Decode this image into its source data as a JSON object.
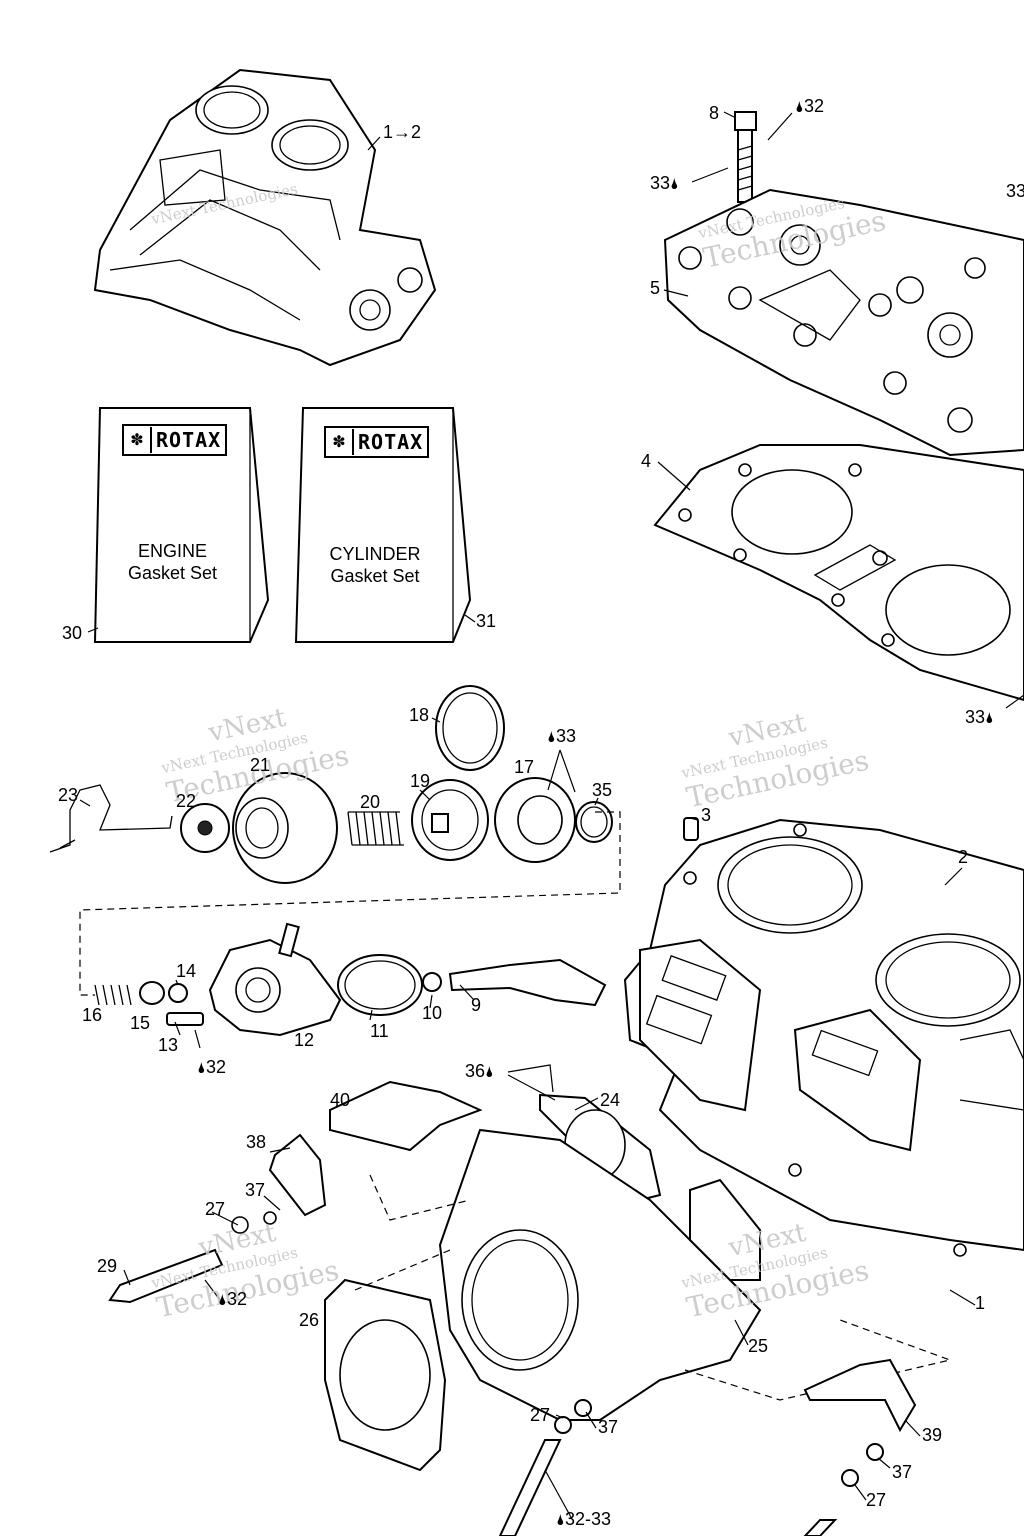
{
  "callouts": {
    "c1to2": "1→2",
    "c8": "8",
    "c32a": "32",
    "c33a": "33",
    "c33b": "33",
    "c5": "5",
    "c4": "4",
    "c30": "30",
    "c31": "31",
    "c33c": "33",
    "c18": "18",
    "c33d": "33",
    "c17": "17",
    "c35": "35",
    "c19": "19",
    "c20": "20",
    "c21": "21",
    "c22": "22",
    "c23": "23",
    "c3": "3",
    "c2": "2",
    "c14": "14",
    "c16": "16",
    "c15": "15",
    "c13": "13",
    "c12": "12",
    "c11": "11",
    "c10": "10",
    "c9": "9",
    "c32b": "32",
    "c36": "36",
    "c24": "24",
    "c40": "40",
    "c38": "38",
    "c37a": "37",
    "c27a": "27",
    "c29": "29",
    "c32c": "32",
    "c26": "26",
    "c25": "25",
    "c1": "1",
    "c27b": "27",
    "c37b": "37",
    "c39": "39",
    "c37c": "37",
    "c27c": "27",
    "c3233": "32-33"
  },
  "kits": {
    "engine": {
      "brand": "ROTAX",
      "line1": "ENGINE",
      "line2": "Gasket Set"
    },
    "cylinder": {
      "brand": "ROTAX",
      "line1": "CYLINDER",
      "line2": "Gasket Set"
    }
  },
  "watermark": {
    "brand": "vNext",
    "full": "vNext Technologies",
    "word": "Technologies"
  },
  "icons": {
    "drop": "oil-drop-icon",
    "logo": "rotax-logo-icon"
  }
}
